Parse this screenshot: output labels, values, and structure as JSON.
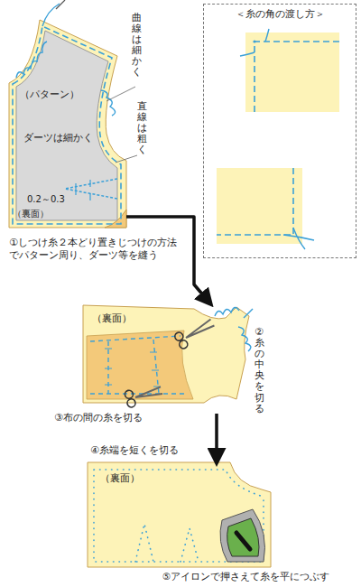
{
  "diagram": {
    "nodes": [
      {
        "text": [
          "（パターン）"
        ]
      },
      {
        "text": [
          "＜糸の角の渡し方＞"
        ]
      },
      {
        "text": [
          "（裏面）"
        ]
      },
      {
        "text": [
          "（裏面）"
        ]
      }
    ],
    "edges": [
      {
        "from": 0,
        "to": 2,
        "arrow": "to"
      },
      {
        "from": 2,
        "to": 3,
        "arrow": "to"
      }
    ],
    "labels": [
      "曲線は細かく",
      "ダーツは細かく",
      "直線は粗く",
      "0.2～0.3",
      "（裏面）",
      "①しつけ糸２本どり置きじつけの方法でパターン周り、ダーツ等を縫う",
      "②糸の中央を切る",
      "③布の間の糸を切る",
      "④糸端を短くを切る",
      "⑤アイロンで押さえて糸を平につぶす"
    ]
  }
}
